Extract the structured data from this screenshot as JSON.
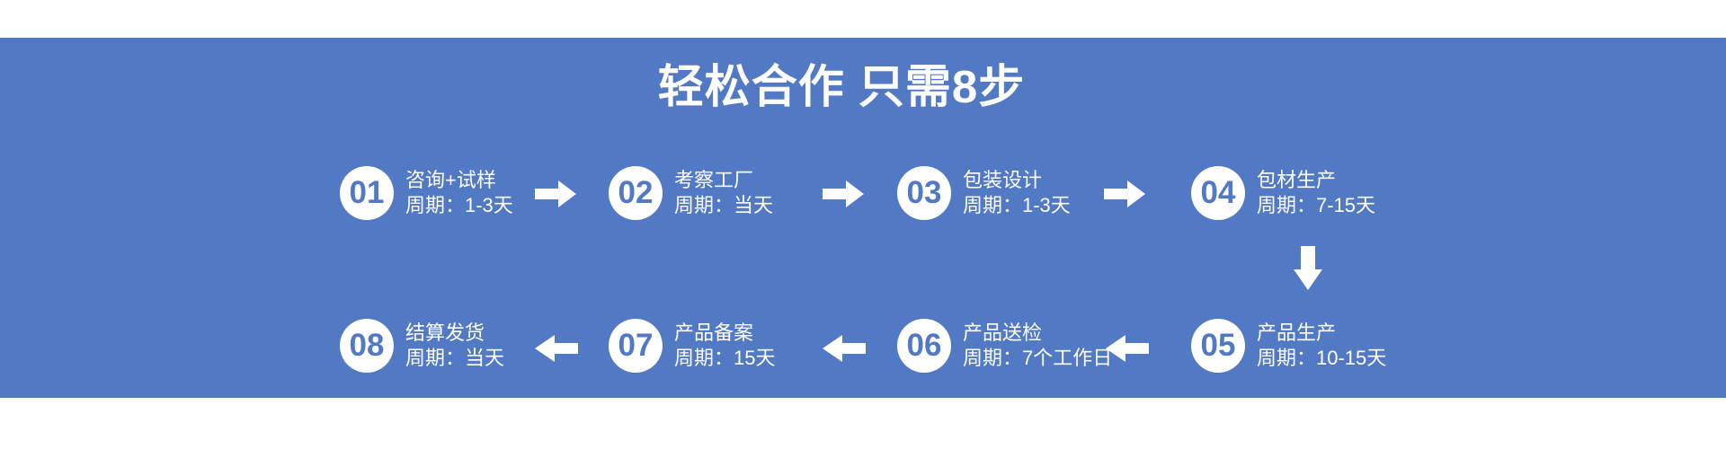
{
  "title": "轻松合作 只需8步",
  "colors": {
    "banner_blue": "#5279C3",
    "text_white": "#ffffff"
  },
  "icons": {
    "forward": "arrow-right-icon",
    "backward": "arrow-left-icon",
    "turn_down": "arrow-down-icon"
  },
  "steps": [
    {
      "number": "01",
      "name": "咨询+试样",
      "cycle": "周期：1-3天"
    },
    {
      "number": "02",
      "name": "考察工厂",
      "cycle": "周期：当天"
    },
    {
      "number": "03",
      "name": "包装设计",
      "cycle": "周期：1-3天"
    },
    {
      "number": "04",
      "name": "包材生产",
      "cycle": "周期：7-15天"
    },
    {
      "number": "05",
      "name": "产品生产",
      "cycle": "周期：10-15天"
    },
    {
      "number": "06",
      "name": "产品送检",
      "cycle": "周期：7个工作日"
    },
    {
      "number": "07",
      "name": "产品备案",
      "cycle": "周期：15天"
    },
    {
      "number": "08",
      "name": "结算发货",
      "cycle": "周期：当天"
    }
  ]
}
